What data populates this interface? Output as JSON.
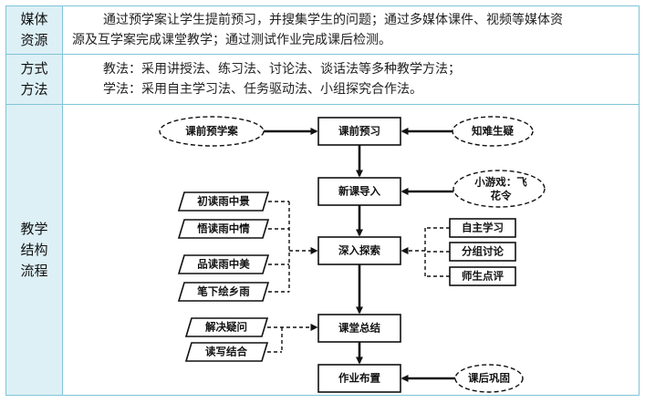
{
  "rows": [
    {
      "label": "媒体资源",
      "lines": [
        "通过预学案让学生提前预习，并搜集学生的问题；通过多媒体课件、视频等媒体资",
        "源及互学案完成课堂教学；通过测试作业完成课后检测。"
      ]
    },
    {
      "label": "方式方法",
      "lines": [
        "教法：采用讲授法、练习法、讨论法、谈话法等多种教学方法；",
        "学法：采用自主学习法、任务驱动法、小组探究合作法。"
      ]
    },
    {
      "label": "教学结构流程"
    }
  ],
  "flow": {
    "main": [
      "课前预习",
      "新课导入",
      "深入探索",
      "课堂总结",
      "作业布置"
    ],
    "ovals": [
      "课前预学案",
      "知难生疑",
      "小游戏：飞",
      "花令",
      "课后巩固"
    ],
    "left_steps": [
      "初读雨中景",
      "悟读雨中情",
      "品读雨中美",
      "笔下绘乡雨"
    ],
    "right_steps": [
      "自主学习",
      "分组讨论",
      "师生点评"
    ],
    "summary_steps": [
      "解决疑问",
      "读写结合"
    ]
  }
}
